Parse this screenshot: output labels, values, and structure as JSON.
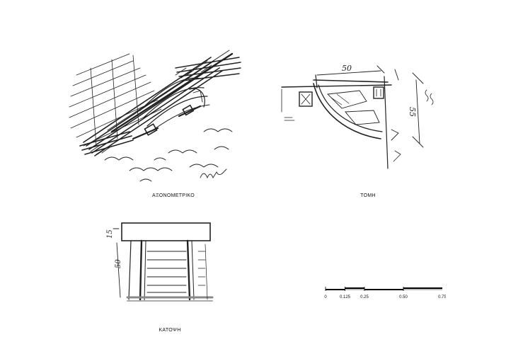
{
  "drawings": {
    "axonometric": {
      "caption": "ΑΞΟΝΟΜΕΤΡΙΚΟ"
    },
    "section": {
      "caption": "ΤΟΜΗ",
      "dim_top": "50",
      "dim_right": "55"
    },
    "plan": {
      "caption": "ΚΑΤΟΨΗ",
      "dim_left_top": "15",
      "dim_left_mid": "50"
    }
  },
  "scale_bar": {
    "labels": [
      "0",
      "0.125",
      "0.25",
      "0.50",
      "0.75"
    ],
    "values": [
      0,
      0.125,
      0.25,
      0.5,
      0.75
    ]
  }
}
